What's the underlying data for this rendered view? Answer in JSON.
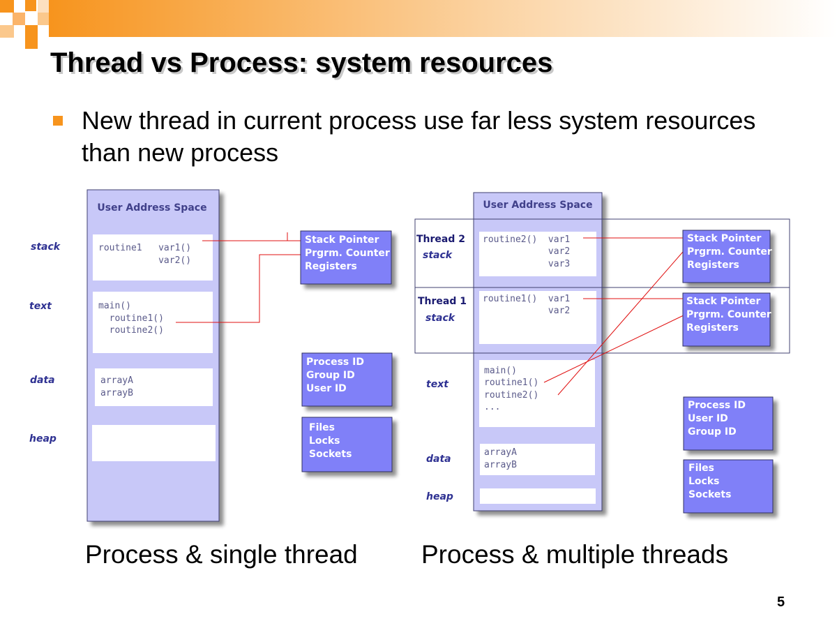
{
  "slide": {
    "title": "Thread vs Process: system resources",
    "bullet": "New thread in current process use far less system resources than new process",
    "caption_left": "Process & single thread",
    "caption_right": "Process & multiple threads",
    "page_number": "5",
    "accent_color": "#f7941d"
  },
  "left_diagram": {
    "header": "User Address Space",
    "segments": [
      "stack",
      "text",
      "data",
      "heap"
    ],
    "stack_box": [
      "routine1   var1()",
      "           var2()"
    ],
    "text_box": [
      "main()",
      "  routine1()",
      "  routine2()"
    ],
    "data_box": [
      "arrayA",
      "arrayB"
    ],
    "regs_box": [
      "Stack Pointer",
      "Prgrm. Counter",
      "Registers"
    ],
    "ids_box": [
      "Process ID",
      "Group ID",
      "User ID"
    ],
    "files_box": [
      "Files",
      "Locks",
      "Sockets"
    ]
  },
  "right_diagram": {
    "header": "User Address Space",
    "thread2_label": "Thread 2",
    "thread1_label": "Thread 1",
    "stack_label": "stack",
    "segments": [
      "text",
      "data",
      "heap"
    ],
    "t2_stack_box": [
      "routine2()  var1",
      "            var2",
      "            var3"
    ],
    "t1_stack_box": [
      "routine1()  var1",
      "            var2"
    ],
    "text_box": [
      "main()",
      "routine1()",
      "routine2()",
      "..."
    ],
    "data_box": [
      "arrayA",
      "arrayB"
    ],
    "regs_box_t2": [
      "Stack Pointer",
      "Prgrm. Counter",
      "Registers"
    ],
    "regs_box_t1": [
      "Stack Pointer",
      "Prgrm. Counter",
      "Registers"
    ],
    "ids_box": [
      "Process ID",
      "User ID",
      "Group ID"
    ],
    "files_box": [
      "Files",
      "Locks",
      "Sockets"
    ]
  },
  "colors": {
    "address_space": "#c8c8f8",
    "blue_box": "#8080f8",
    "link_line": "#e01010"
  }
}
